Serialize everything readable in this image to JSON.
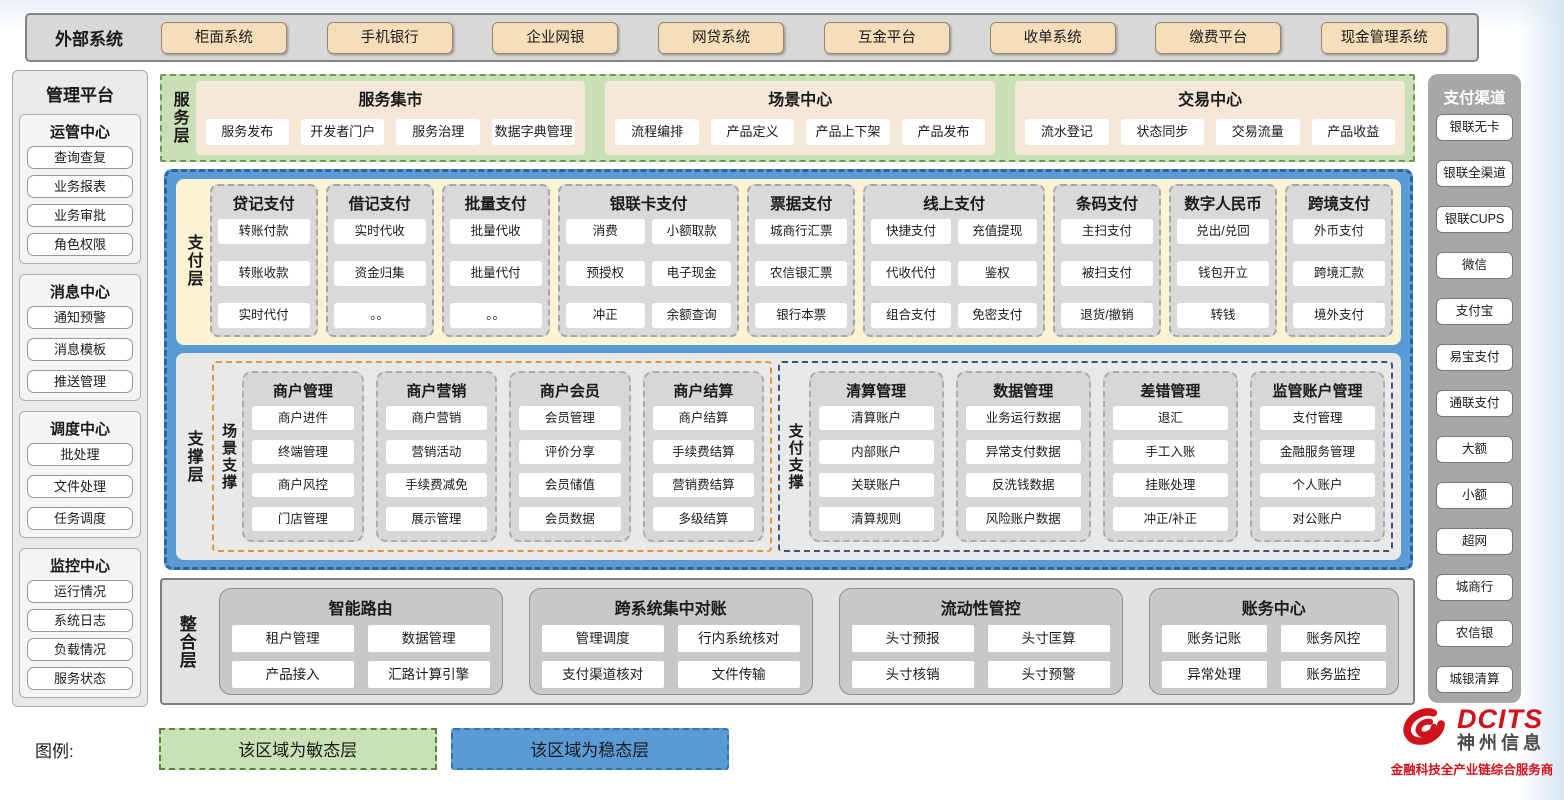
{
  "external_systems": {
    "label": "外部系统",
    "items": [
      "柜面系统",
      "手机银行",
      "企业网银",
      "网贷系统",
      "互金平台",
      "收单系统",
      "缴费平台",
      "现金管理系统"
    ]
  },
  "management_platform": {
    "title": "管理平台",
    "sections": [
      {
        "title": "运管中心",
        "cols": 1,
        "items": [
          "查询查复",
          "业务报表",
          "业务审批",
          "角色权限"
        ]
      },
      {
        "title": "消息中心",
        "cols": 1,
        "items": [
          "通知预警",
          "消息模板",
          "推送管理"
        ]
      },
      {
        "title": "调度中心",
        "cols": 1,
        "items": [
          "批处理",
          "文件处理",
          "任务调度"
        ]
      },
      {
        "title": "监控中心",
        "cols": 1,
        "items": [
          "运行情况",
          "系统日志",
          "负载情况",
          "服务状态"
        ]
      }
    ]
  },
  "service_layer": {
    "label": "服务层",
    "groups": [
      {
        "title": "服务集市",
        "cols": 4,
        "items": [
          "服务发布",
          "开发者门户",
          "服务治理",
          "数据字典管理"
        ]
      },
      {
        "title": "场景中心",
        "cols": 4,
        "items": [
          "流程编排",
          "产品定义",
          "产品上下架",
          "产品发布"
        ]
      },
      {
        "title": "交易中心",
        "cols": 4,
        "items": [
          "流水登记",
          "状态同步",
          "交易流量",
          "产品收益"
        ]
      }
    ]
  },
  "payment_layer": {
    "label": "支付层",
    "groups": [
      {
        "title": "贷记支付",
        "cols": 1,
        "items": [
          "转账付款",
          "转账收款",
          "实时代付"
        ]
      },
      {
        "title": "借记支付",
        "cols": 1,
        "items": [
          "实时代收",
          "资金归集",
          "。。"
        ]
      },
      {
        "title": "批量支付",
        "cols": 1,
        "items": [
          "批量代收",
          "批量代付",
          "。。"
        ]
      },
      {
        "title": "银联卡支付",
        "cols": 2,
        "items": [
          "消费",
          "小额取款",
          "预授权",
          "电子现金",
          "冲正",
          "余额查询"
        ]
      },
      {
        "title": "票据支付",
        "cols": 1,
        "items": [
          "城商行汇票",
          "农信银汇票",
          "银行本票"
        ]
      },
      {
        "title": "线上支付",
        "cols": 2,
        "items": [
          "快捷支付",
          "充值提现",
          "代收代付",
          "鉴权",
          "组合支付",
          "免密支付"
        ]
      },
      {
        "title": "条码支付",
        "cols": 1,
        "items": [
          "主扫支付",
          "被扫支付",
          "退货/撤销"
        ]
      },
      {
        "title": "数字人民币",
        "cols": 1,
        "items": [
          "兑出/兑回",
          "钱包开立",
          "转钱"
        ]
      },
      {
        "title": "跨境支付",
        "cols": 1,
        "items": [
          "外币支付",
          "跨境汇款",
          "境外支付"
        ]
      }
    ]
  },
  "support_layer": {
    "label": "支撑层",
    "scene_support": {
      "label": "场景支撑",
      "groups": [
        {
          "title": "商户管理",
          "cols": 1,
          "items": [
            "商户进件",
            "终端管理",
            "商户风控",
            "门店管理"
          ]
        },
        {
          "title": "商户营销",
          "cols": 1,
          "items": [
            "商户营销",
            "营销活动",
            "手续费减免",
            "展示管理"
          ]
        },
        {
          "title": "商户会员",
          "cols": 1,
          "items": [
            "会员管理",
            "评价分享",
            "会员储值",
            "会员数据"
          ]
        },
        {
          "title": "商户结算",
          "cols": 1,
          "items": [
            "商户结算",
            "手续费结算",
            "营销费结算",
            "多级结算"
          ]
        }
      ]
    },
    "payment_support": {
      "label": "支付支撑",
      "groups": [
        {
          "title": "清算管理",
          "cols": 1,
          "items": [
            "清算账户",
            "内部账户",
            "关联账户",
            "清算规则"
          ]
        },
        {
          "title": "数据管理",
          "cols": 1,
          "items": [
            "业务运行数据",
            "异常支付数据",
            "反洗钱数据",
            "风险账户数据"
          ]
        },
        {
          "title": "差错管理",
          "cols": 1,
          "items": [
            "退汇",
            "手工入账",
            "挂账处理",
            "冲正/补正"
          ]
        },
        {
          "title": "监管账户管理",
          "cols": 1,
          "items": [
            "支付管理",
            "金融服务管理",
            "个人账户",
            "对公账户"
          ]
        }
      ]
    }
  },
  "integration_layer": {
    "label": "整合层",
    "groups": [
      {
        "title": "智能路由",
        "cols": 2,
        "items": [
          "租户管理",
          "数据管理",
          "产品接入",
          "汇路计算引擎"
        ]
      },
      {
        "title": "跨系统集中对账",
        "cols": 2,
        "items": [
          "管理调度",
          "行内系统核对",
          "支付渠道核对",
          "文件传输"
        ]
      },
      {
        "title": "流动性管控",
        "cols": 2,
        "items": [
          "头寸预报",
          "头寸匡算",
          "头寸核销",
          "头寸预警"
        ]
      },
      {
        "title": "账务中心",
        "cols": 2,
        "items": [
          "账务记账",
          "账务风控",
          "异常处理",
          "账务监控"
        ]
      }
    ]
  },
  "payment_channels": {
    "title": "支付渠道",
    "items": [
      "银联无卡",
      "银联全渠道",
      "银联CUPS",
      "微信",
      "支付宝",
      "易宝支付",
      "通联支付",
      "大额",
      "小额",
      "超网",
      "城商行",
      "农信银",
      "城银清算"
    ]
  },
  "legend": {
    "label": "图例:",
    "agile": "该区域为敏态层",
    "stable": "该区域为稳态层"
  },
  "logo": {
    "brand": "DCITS",
    "company": "神州信息",
    "tagline": "金融科技全产业链综合服务商"
  },
  "colors": {
    "agile_green": "#c9e2b5",
    "stable_blue": "#5b9bd5",
    "payment_cream": "#fcf3d3",
    "external_tan": "#f6debb",
    "brand_red": "#d0121b"
  }
}
